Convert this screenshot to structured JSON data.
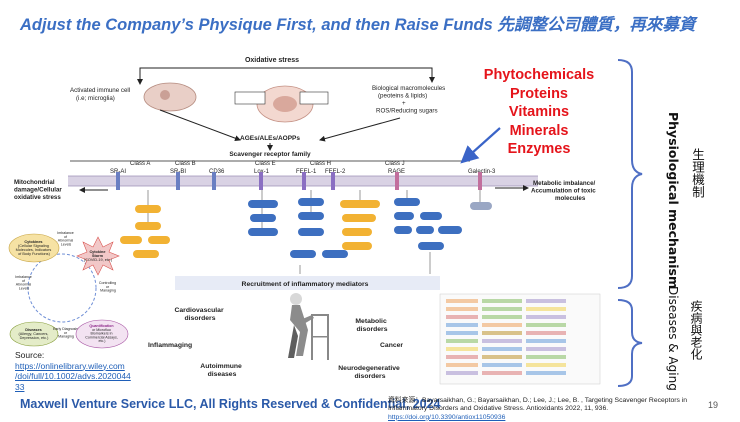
{
  "title": "Adjust the Company’s Physique First, and then Raise Funds 先調整公司體質，再來募資",
  "highlights": [
    "Phytochemicals",
    "Proteins",
    "Vitamins",
    "Minerals",
    "Enzymes"
  ],
  "right_labels": {
    "physiological_en": "Physiological mechanism",
    "physiological_zh": "生理機制",
    "diseases_en": "Diseases & Aging",
    "diseases_zh": "疾病與老化"
  },
  "diagram": {
    "oxidative_stress": "Oxidative stress",
    "immune_cell": [
      "Activated immune cell",
      "(i.e; microglia)"
    ],
    "bio_macro": [
      "Biological macromolecules",
      "(peoteins & lipids)",
      "+",
      "ROS/Reducing sugars"
    ],
    "ages": "AGEs/ALEs/AOPPs",
    "scavenger": "Scavenger receptor family",
    "classes": [
      "Class A",
      "Class B",
      "Class E",
      "Class H",
      "Class J"
    ],
    "receptors": [
      "SR-AI",
      "SR-BI",
      "CD36",
      "Lox-1",
      "FEEL-1",
      "FEEL-2",
      "RAGE",
      "Galectin-3"
    ],
    "mito": [
      "Mitochondrial",
      "damage/Cellular",
      "oxidative stress"
    ],
    "metabolic": [
      "Metabolic imbalance/",
      "Accumulation of toxic",
      "molecules"
    ],
    "recruitment": "Recruitment of inflammatory mediators",
    "cycle": {
      "cytokines": [
        "Cytokines",
        "(Cellular Signaling",
        "Molecules, Indicators",
        "of Body Functions)"
      ],
      "storm": [
        "Cytokine",
        "Storm",
        "(COVID-19, etc.)"
      ],
      "imbalance": [
        "Imbalance",
        "of",
        "Abnormal",
        "Levels"
      ],
      "controlling": [
        "Controlling",
        "or",
        "Managing"
      ],
      "diseases": [
        "Diseases",
        "(Allergy, Cancers,",
        "Depression, etc.)"
      ],
      "quantification": [
        "Quantification",
        "or Microfluo",
        "Biomarkers in",
        "Commercial Assays,",
        "etc.)"
      ],
      "early": [
        "Early Diagnosis",
        "or",
        "Managing"
      ],
      "intrabalance": [
        "Imbalance",
        "of",
        "Abnormal",
        "Levels"
      ]
    },
    "diseases": [
      "Cardiovascular",
      "disorders",
      "Inflammaging",
      "Autoimmune",
      "diseases",
      "Metabolic",
      "disorders",
      "Cancer",
      "Neurodegenerative",
      "disorders"
    ]
  },
  "source": {
    "label": "Source:",
    "link_lines": [
      "https://onlinelibrary.wiley.com",
      "/doi/full/10.1002/advs.2020044",
      "33"
    ]
  },
  "footer": "Maxwell Venture Service LLC, All Rights Reserved & Confidential, 2024",
  "reference": {
    "text": "資料來源：Bayarsaikhan, G.; Bayarsaikhan, D.; Lee, J.; Lee, B. , Targeting Scavenger Receptors in Inflammatory Disorders and Oxidative Stress. Antioxidants 2022, 11, 936.",
    "link": "https://doi.org/10.3390/antiox11050936"
  },
  "page_number": "19",
  "colors": {
    "title_blue": "#3b6fc4",
    "highlight_red": "#e5141b",
    "footer_blue": "#2a59a8",
    "bracket_blue": "#4f6fc4",
    "arrow_blue": "#3a64c8"
  }
}
